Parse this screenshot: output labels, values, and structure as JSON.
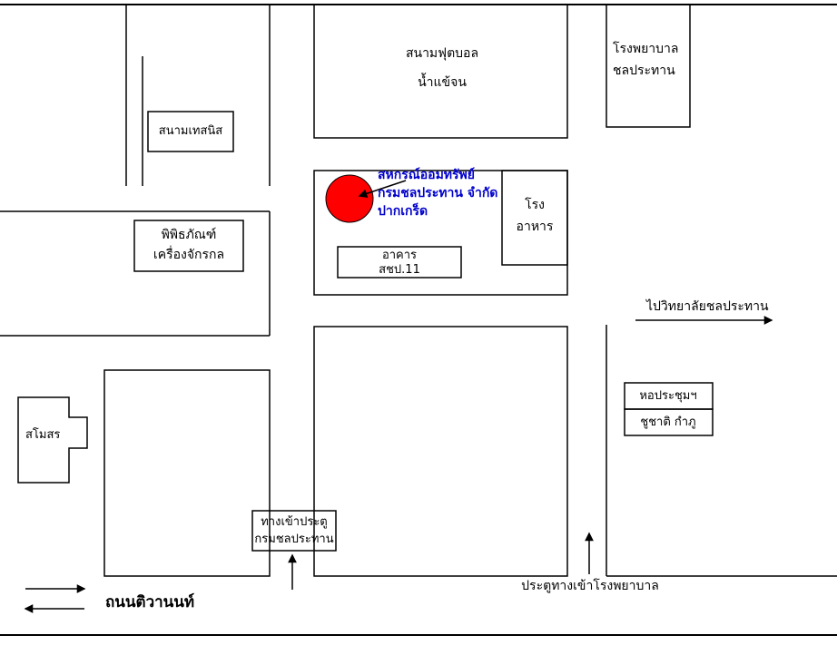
{
  "map": {
    "colors": {
      "background": "#FFFFFF",
      "line": "#000000",
      "location_marker": "#FF0000",
      "highlight_text": "#0000CC"
    },
    "buildings": {
      "football_field": {
        "line1": "สนามฟุตบอล",
        "line2": "น้ำแข้จน"
      },
      "hospital": {
        "line1": "โรงพยาบาล",
        "line2": "ชลประทาน"
      },
      "tennis_court": {
        "label": "สนามเทสนิส"
      },
      "museum": {
        "line1": "พิพิธภัณฑ์",
        "line2": "เครื่องจักรกล"
      },
      "cooperative": {
        "line1": "สหกรณ์ออมทรัพย์",
        "line2": "กรมชลประทาน จำกัด",
        "line3": "ปากเกร็ด"
      },
      "schp11_building": {
        "line1": "อาคาร",
        "line2": "สชป.11"
      },
      "canteen": {
        "line1": "โรง",
        "line2": "อาหาร"
      },
      "auditorium": {
        "line1": "หอประชุมฯ",
        "line2": "ชูชาติ กำภู"
      },
      "club": {
        "label": "สโมสร"
      }
    },
    "annotations": {
      "to_college": "ไปวิทยาลัยชลประทาน",
      "rid_gate": {
        "line1": "ทางเข้าประตู",
        "line2": "กรมชลประทาน"
      },
      "hospital_gate": "ประตูทางเข้าโรงพยาบาล",
      "road_name": "ถนนติวานนท์"
    }
  }
}
